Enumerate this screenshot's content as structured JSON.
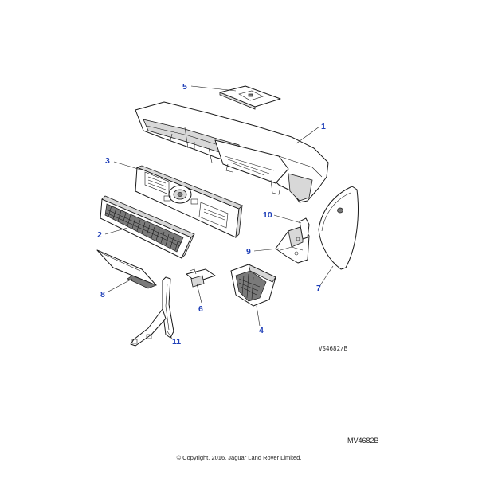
{
  "callouts": [
    {
      "id": "1",
      "label": "1"
    },
    {
      "id": "2",
      "label": "2"
    },
    {
      "id": "3",
      "label": "3"
    },
    {
      "id": "4",
      "label": "4"
    },
    {
      "id": "5",
      "label": "5"
    },
    {
      "id": "6",
      "label": "6"
    },
    {
      "id": "7",
      "label": "7"
    },
    {
      "id": "8",
      "label": "8"
    },
    {
      "id": "9",
      "label": "9"
    },
    {
      "id": "10",
      "label": "10"
    },
    {
      "id": "11",
      "label": "11"
    }
  ],
  "drawing_code": "VS4682/B",
  "reference": "MV4682B",
  "copyright": "© Copyright, 2016. Jaguar Land Rover Limited."
}
